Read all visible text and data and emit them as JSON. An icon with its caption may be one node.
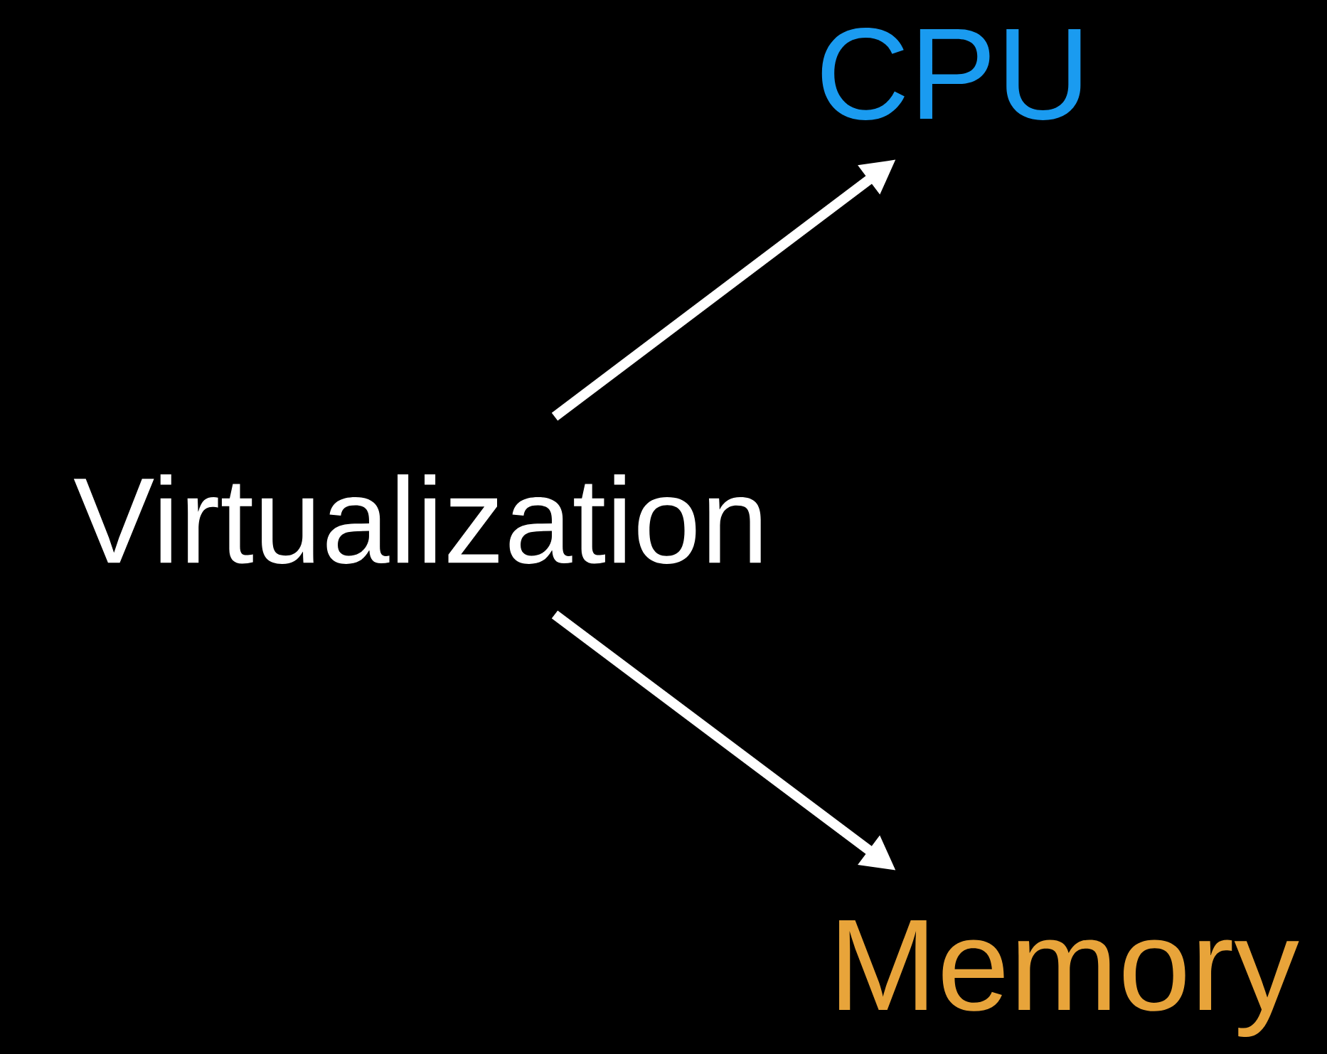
{
  "diagram": {
    "nodes": [
      {
        "text": [
          "Virtualization"
        ]
      },
      {
        "text": [
          "CPU"
        ]
      },
      {
        "text": [
          "Memory"
        ]
      }
    ],
    "edges": [
      {
        "from": 0,
        "to": 1,
        "arrow": "to"
      },
      {
        "from": 0,
        "to": 2,
        "arrow": "to"
      }
    ]
  }
}
